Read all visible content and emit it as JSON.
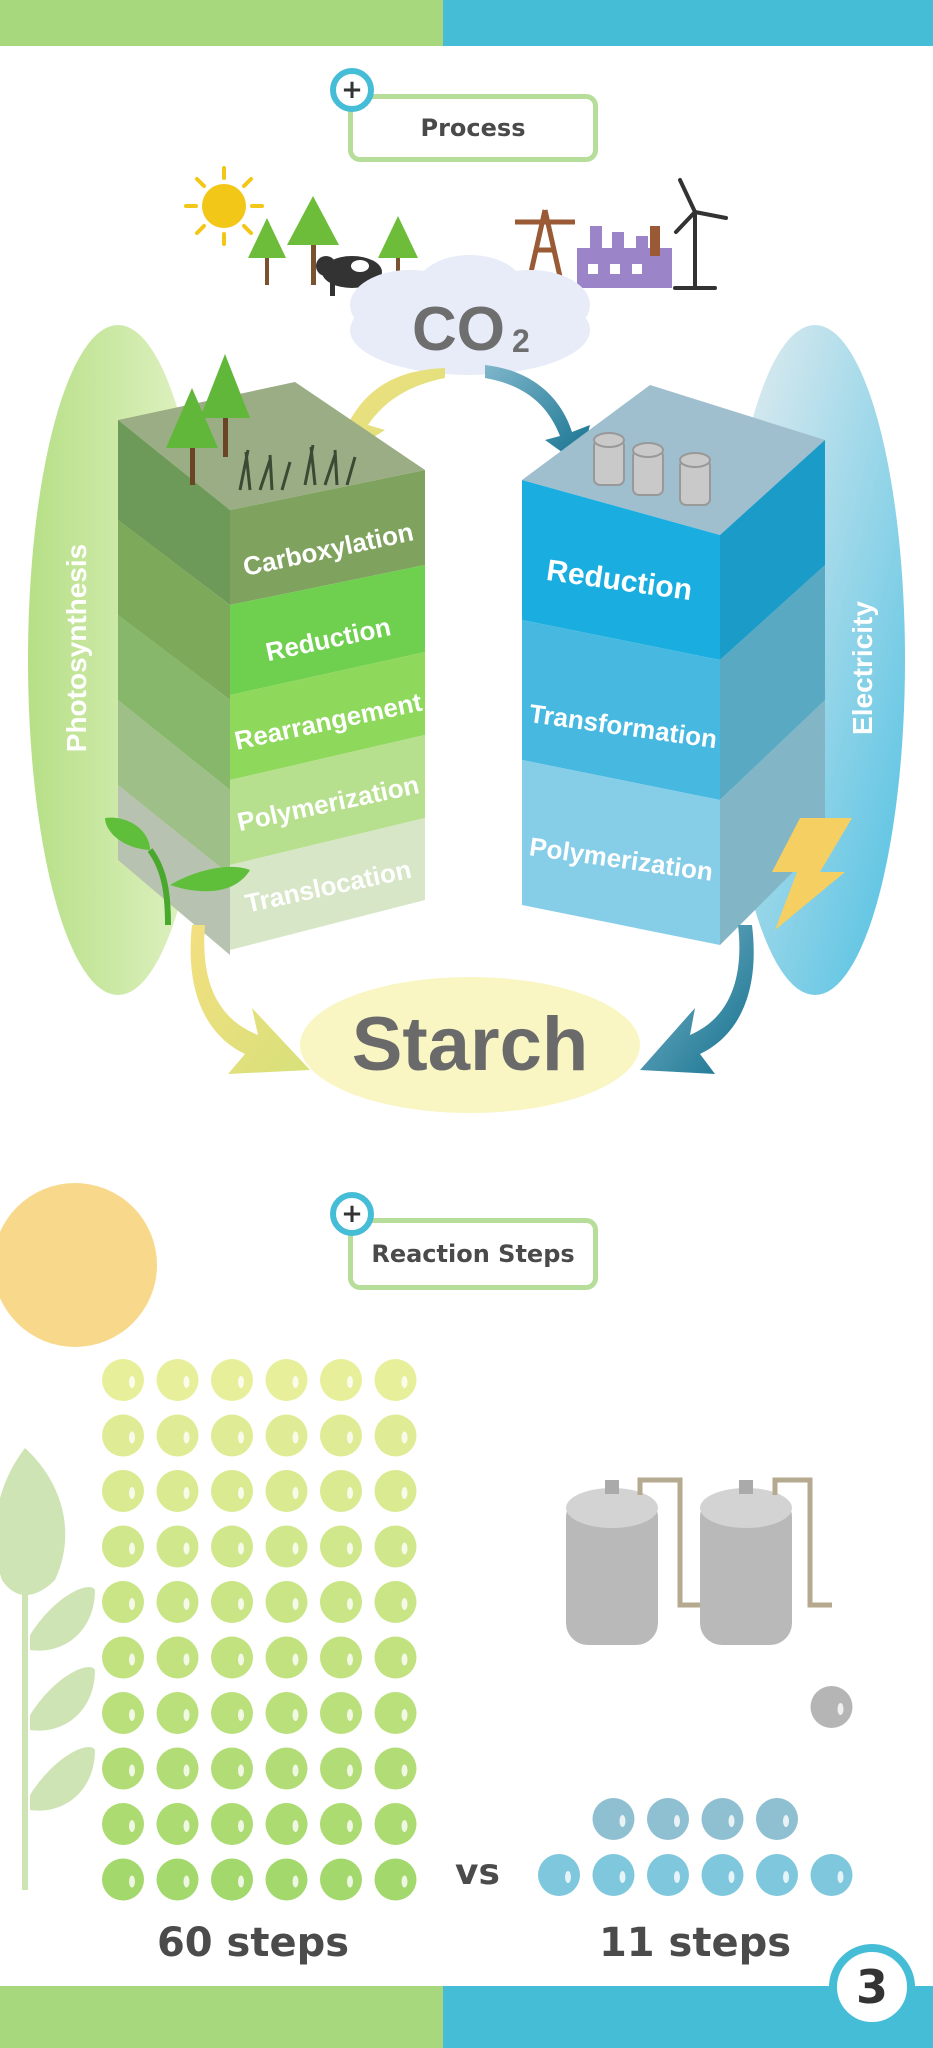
{
  "sections": {
    "process_title": "Process",
    "reaction_steps_title": "Reaction Steps",
    "plus_symbol": "+"
  },
  "process": {
    "co2_label_main": "CO",
    "co2_label_sub": "2",
    "left_side_label": "Photosynthesis",
    "right_side_label": "Electricity",
    "left_stack": [
      "Carboxylation",
      "Reduction",
      "Rearrangement",
      "Polymerization",
      "Translocation"
    ],
    "right_stack": [
      "Reduction",
      "Transformation",
      "Polymerization"
    ],
    "product_label": "Starch"
  },
  "comparison": {
    "left_steps": 60,
    "right_steps": 11,
    "left_label": "60 steps",
    "right_label": "11 steps",
    "vs_label": "vs"
  },
  "page_number": "3",
  "colors": {
    "green_bar": "#a8d87e",
    "blue_bar": "#46bdd6",
    "dot_yellow": "#e8ef9a",
    "dot_green": "#a3d86c",
    "dot_blue": "#8fc6d6",
    "dot_grey": "#b5b5b5"
  }
}
